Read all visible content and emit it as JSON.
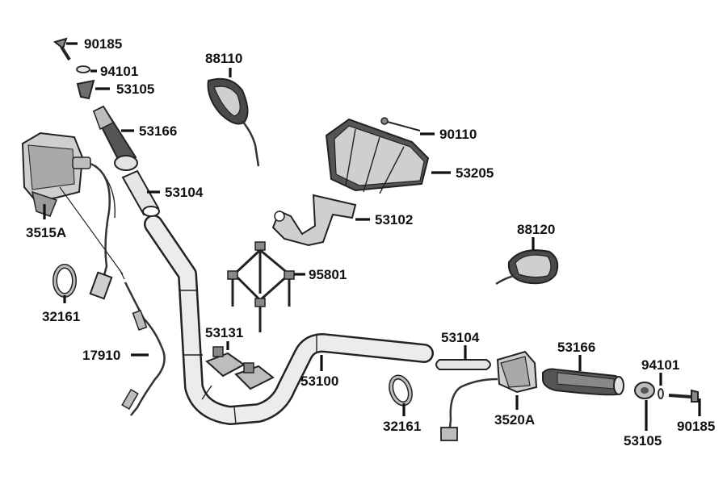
{
  "colors": {
    "line": "#111111",
    "part_fill": "#d4d4d4",
    "part_dark": "#8a8a8a",
    "background": "#ffffff"
  },
  "labels": {
    "p90185_top": "90185",
    "p94101_top": "94101",
    "p53105_top": "53105",
    "p53166_top": "53166",
    "p53104_top": "53104",
    "p3515A": "3515A",
    "p32161_left": "32161",
    "p17910": "17910",
    "p88110": "88110",
    "p90110": "90110",
    "p53205": "53205",
    "p53102": "53102",
    "p95801": "95801",
    "p88120": "88120",
    "p53131": "53131",
    "p53100": "53100",
    "p53104_right": "53104",
    "p53166_right": "53166",
    "p94101_right": "94101",
    "p32161_right": "32161",
    "p3520A": "3520A",
    "p53105_right": "53105",
    "p90185_right": "90185"
  }
}
